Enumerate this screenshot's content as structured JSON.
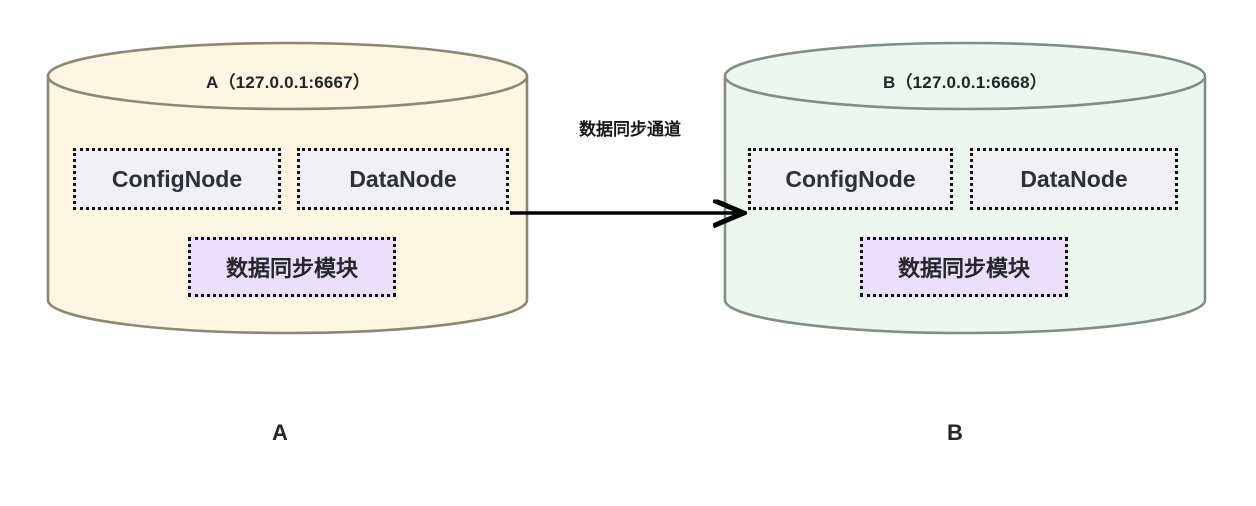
{
  "diagram": {
    "title_hidden": "",
    "background": "#ffffff",
    "colors": {
      "cylinder_a_fill": "#fdf6e3",
      "cylinder_a_stroke": "#8c8673",
      "cylinder_b_fill": "#edf7f0",
      "cylinder_b_stroke": "#7f8f85",
      "inner_box_fill": "#f1f1f3",
      "sync_module_fill": "#e9dff9",
      "dotted_border": "#111111",
      "arrow": "#000000",
      "text": "#2c3038"
    }
  },
  "nodes": {
    "a": {
      "title": "A（127.0.0.1:6667）",
      "caption": "A",
      "components": [
        {
          "label": "ConfigNode",
          "kind": "grey"
        },
        {
          "label": "DataNode",
          "kind": "grey"
        },
        {
          "label": "数据同步模块",
          "kind": "purple"
        }
      ]
    },
    "b": {
      "title": "B（127.0.0.1:6668）",
      "caption": "B",
      "components": [
        {
          "label": "ConfigNode",
          "kind": "grey"
        },
        {
          "label": "DataNode",
          "kind": "grey"
        },
        {
          "label": "数据同步模块",
          "kind": "purple"
        }
      ]
    }
  },
  "connection": {
    "label": "数据同步通道",
    "direction": "a-to-b",
    "from": "A.DataNode",
    "to": "B.ConfigNode"
  }
}
